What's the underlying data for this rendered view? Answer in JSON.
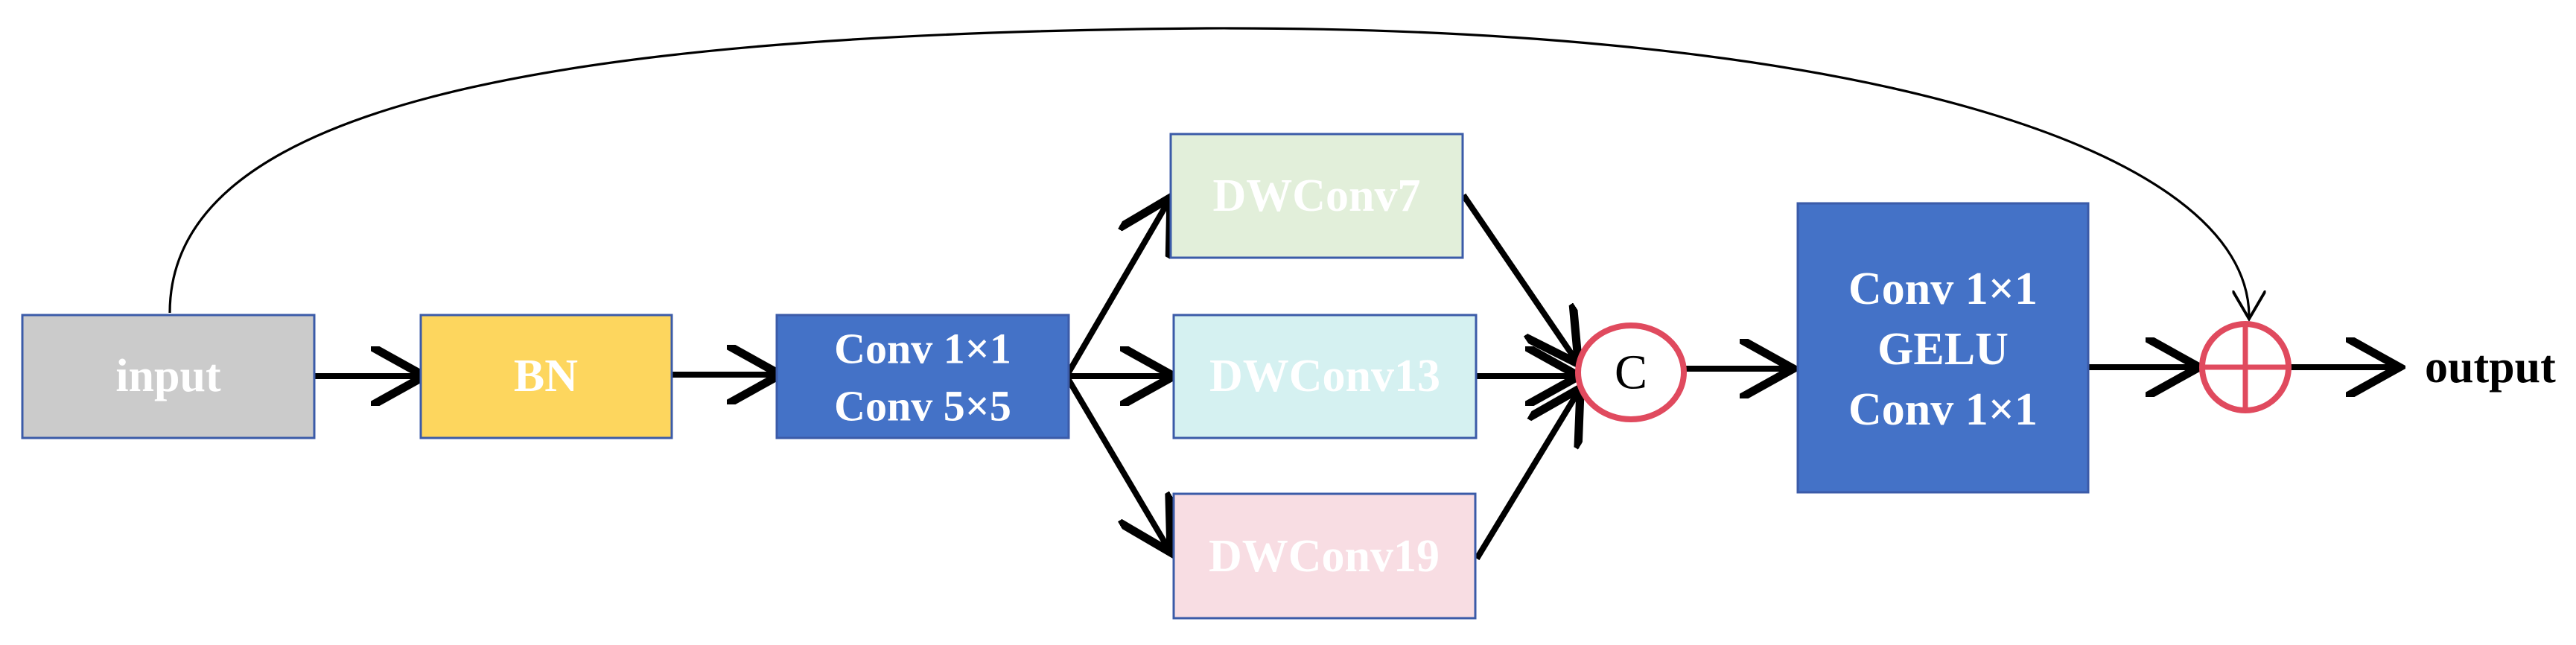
{
  "diagram": {
    "nodes": {
      "input": {
        "label": "input",
        "fill": "#cbcbcb",
        "stroke": "#3b5ba8",
        "text_color": "#ffffff"
      },
      "bn": {
        "label": "BN",
        "fill": "#fdd65e",
        "stroke": "#3b5ba8",
        "text_color": "#ffffff"
      },
      "conv1": {
        "lines": [
          "Conv 1×1",
          "Conv 5×5"
        ],
        "fill": "#4472c7",
        "stroke": "#3b5ba8",
        "text_color": "#ffffff"
      },
      "dw7": {
        "label": "DWConv7",
        "fill": "#e2efda",
        "stroke": "#3b5ba8",
        "text_color": "#ffffff"
      },
      "dw13": {
        "label": "DWConv13",
        "fill": "#d5f1f1",
        "stroke": "#3b5ba8",
        "text_color": "#ffffff"
      },
      "dw19": {
        "label": "DWConv19",
        "fill": "#f8dde3",
        "stroke": "#3b5ba8",
        "text_color": "#ffffff"
      },
      "concat": {
        "label": "C",
        "stroke": "#e04a5e",
        "text_color": "#000000"
      },
      "mlp": {
        "lines": [
          "Conv 1×1",
          "GELU",
          "Conv 1×1"
        ],
        "fill": "#4472c7",
        "stroke": "#3b5ba8",
        "text_color": "#ffffff"
      },
      "add": {
        "symbol": "plus",
        "stroke": "#e04a5e"
      },
      "output": {
        "label": "output",
        "text_color": "#000000"
      }
    },
    "arrow_color": "#000000"
  }
}
